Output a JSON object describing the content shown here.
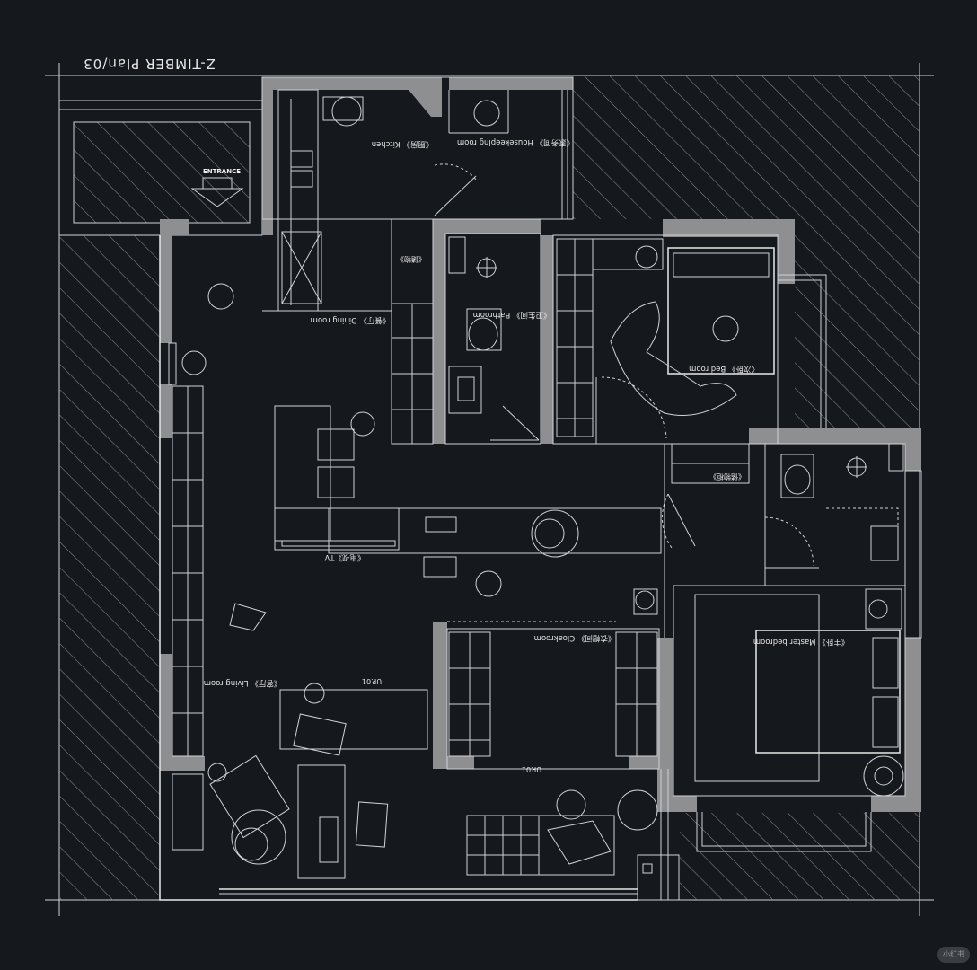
{
  "plan": {
    "title": "Z-TIMBER   Plan/03",
    "entrance_label": "ENTRANCE",
    "rooms": {
      "kitchen": "《厨房》 Kitchen",
      "housekeeping": "《家务间》 Housekeeping room",
      "dining": "《餐厅》 Dining room",
      "bathroom": "《卫生间》 Bathroom",
      "bedroom": "《次卧》 Bed room",
      "tv": "《电视》TV",
      "cloakroom": "《衣帽间》 Cloakroom",
      "master_bedroom": "《主卧》 Master bedroom",
      "living": "《客厅》 Living room"
    },
    "small_labels": {
      "cabinet1": "《储物》",
      "cabinet2": "《储物柜》",
      "up1": "UP.01",
      "up2": "UP.01"
    },
    "watermark": "小红书"
  },
  "colors": {
    "background": "#15181c",
    "line": "#cfd2d6",
    "wall": "#8d8f91"
  }
}
